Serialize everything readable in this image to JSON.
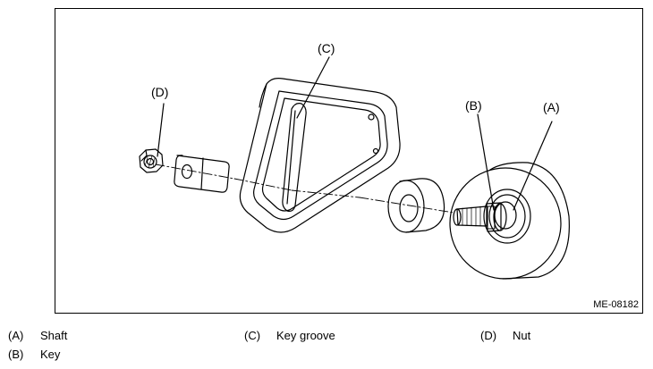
{
  "diagram": {
    "figure_id": "ME-08182",
    "callouts": {
      "a": "(A)",
      "b": "(B)",
      "c": "(C)",
      "d": "(D)"
    }
  },
  "legend": [
    {
      "code": "(A)",
      "label": "Shaft"
    },
    {
      "code": "(B)",
      "label": "Key"
    },
    {
      "code": "(C)",
      "label": "Key groove"
    },
    {
      "code": "(D)",
      "label": "Nut"
    }
  ]
}
